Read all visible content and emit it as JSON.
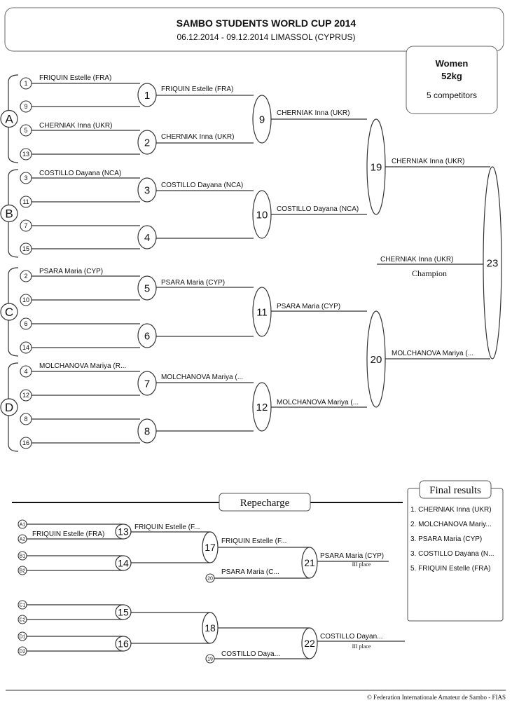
{
  "header": {
    "title": "SAMBO STUDENTS WORLD CUP 2014",
    "subtitle": "06.12.2014 - 09.12.2014 LIMASSOL  (CYPRUS)"
  },
  "category": {
    "gender": "Women",
    "weight": "52kg",
    "count": "5 competitors"
  },
  "pools": [
    "A",
    "B",
    "C",
    "D"
  ],
  "seeds": [
    "1",
    "9",
    "5",
    "13",
    "3",
    "11",
    "7",
    "15",
    "2",
    "10",
    "6",
    "14",
    "4",
    "12",
    "8",
    "16"
  ],
  "entrants": {
    "s1": "FRIQUIN Estelle (FRA)",
    "s5": "CHERNIAK Inna (UKR)",
    "s3": "COSTILLO Dayana (NCA)",
    "s2": "PSARA Maria (CYP)",
    "s4": "MOLCHANOVA Mariya (R..."
  },
  "matches": [
    "1",
    "2",
    "3",
    "4",
    "5",
    "6",
    "7",
    "8",
    "9",
    "10",
    "11",
    "12",
    "19",
    "20",
    "23"
  ],
  "winners": {
    "m1": "FRIQUIN Estelle (FRA)",
    "m2": "CHERNIAK Inna (UKR)",
    "m3": "COSTILLO Dayana (NCA)",
    "m5": "PSARA Maria (CYP)",
    "m7": "MOLCHANOVA Mariya (...",
    "m9": "CHERNIAK Inna (UKR)",
    "m10": "COSTILLO Dayana (NCA)",
    "m11": "PSARA Maria (CYP)",
    "m12": "MOLCHANOVA Mariya (...",
    "m19": "CHERNIAK Inna (UKR)",
    "m20": "MOLCHANOVA Mariya (...",
    "champion": "CHERNIAK Inna (UKR)",
    "champion_label": "Champion"
  },
  "repechage": {
    "title": "Repecharge",
    "seeds": [
      "A1",
      "A2",
      "B1",
      "B2",
      "C1",
      "C2",
      "D1",
      "D2"
    ],
    "side_seeds": [
      "20",
      "19"
    ],
    "matches": [
      "13",
      "14",
      "15",
      "16",
      "17",
      "18",
      "21",
      "22"
    ],
    "entrant_a2": "FRIQUIN Estelle (FRA)",
    "m13": "FRIQUIN Estelle (F...",
    "m17": "FRIQUIN Estelle (F...",
    "s20": "PSARA Maria (C...",
    "m21": "PSARA Maria (CYP)",
    "m21_place": "III place",
    "s19": "COSTILLO Daya...",
    "m22": "COSTILLO Dayan...",
    "m22_place": "III place"
  },
  "final_results": {
    "title": "Final results",
    "items": [
      "1. CHERNIAK Inna (UKR)",
      "2. MOLCHANOVA Mariy...",
      "3. PSARA Maria (CYP)",
      "3. COSTILLO Dayana (N...",
      "5. FRIQUIN Estelle (FRA)"
    ]
  },
  "footer": "© Federation Internationale Amateur de Sambo - FIAS"
}
